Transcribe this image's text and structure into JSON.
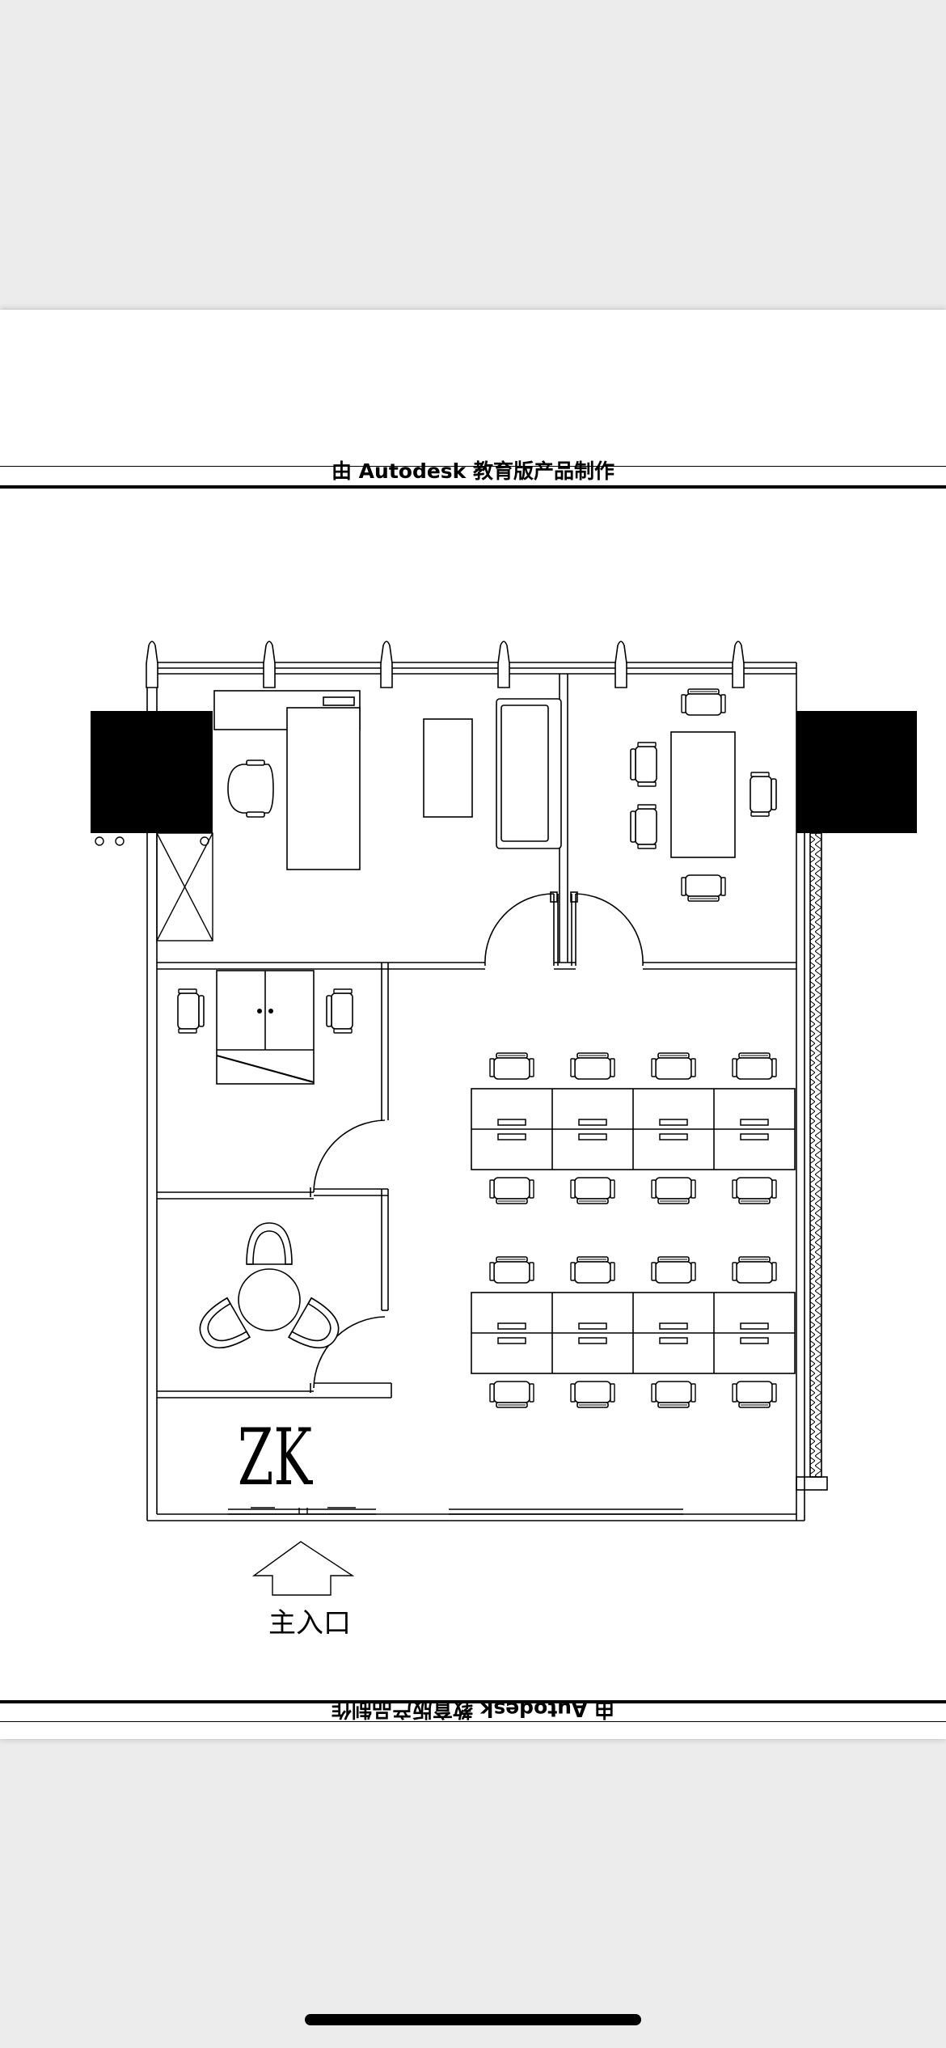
{
  "watermark_text": "由 Autodesk 教育版产品制作",
  "plan": {
    "company_mark": "ZK",
    "main_entrance_label": "主入口"
  },
  "colors": {
    "background": "#ececec",
    "sheet": "#ffffff",
    "ink": "#000000"
  }
}
